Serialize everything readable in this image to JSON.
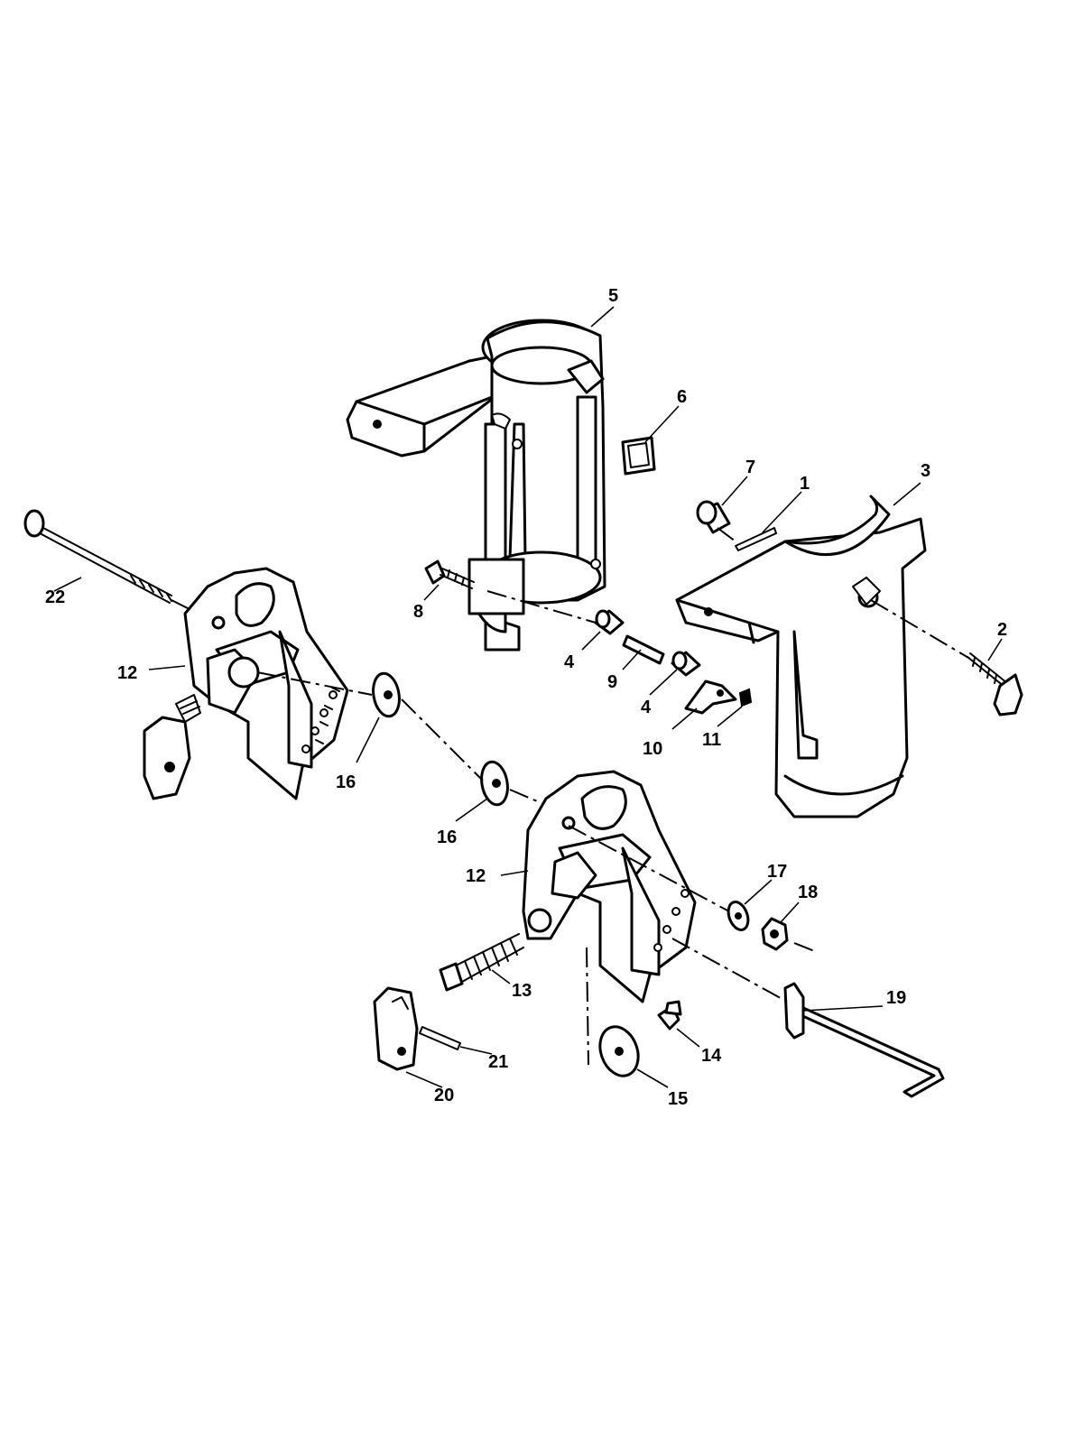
{
  "callouts": [
    {
      "id": "label-5",
      "text": "5"
    },
    {
      "id": "label-6",
      "text": "6"
    },
    {
      "id": "label-7",
      "text": "7"
    },
    {
      "id": "label-1",
      "text": "1"
    },
    {
      "id": "label-3",
      "text": "3"
    },
    {
      "id": "label-22",
      "text": "22"
    },
    {
      "id": "label-8",
      "text": "8"
    },
    {
      "id": "label-2",
      "text": "2"
    },
    {
      "id": "label-12a",
      "text": "12"
    },
    {
      "id": "label-4a",
      "text": "4"
    },
    {
      "id": "label-9",
      "text": "9"
    },
    {
      "id": "label-4b",
      "text": "4"
    },
    {
      "id": "label-10",
      "text": "10"
    },
    {
      "id": "label-11",
      "text": "11"
    },
    {
      "id": "label-16a",
      "text": "16"
    },
    {
      "id": "label-16b",
      "text": "16"
    },
    {
      "id": "label-12b",
      "text": "12"
    },
    {
      "id": "label-17",
      "text": "17"
    },
    {
      "id": "label-18",
      "text": "18"
    },
    {
      "id": "label-13",
      "text": "13"
    },
    {
      "id": "label-19",
      "text": "19"
    },
    {
      "id": "label-14",
      "text": "14"
    },
    {
      "id": "label-21",
      "text": "21"
    },
    {
      "id": "label-15",
      "text": "15"
    },
    {
      "id": "label-20",
      "text": "20"
    }
  ],
  "colors": {
    "line": "#000000",
    "background": "#ffffff"
  }
}
